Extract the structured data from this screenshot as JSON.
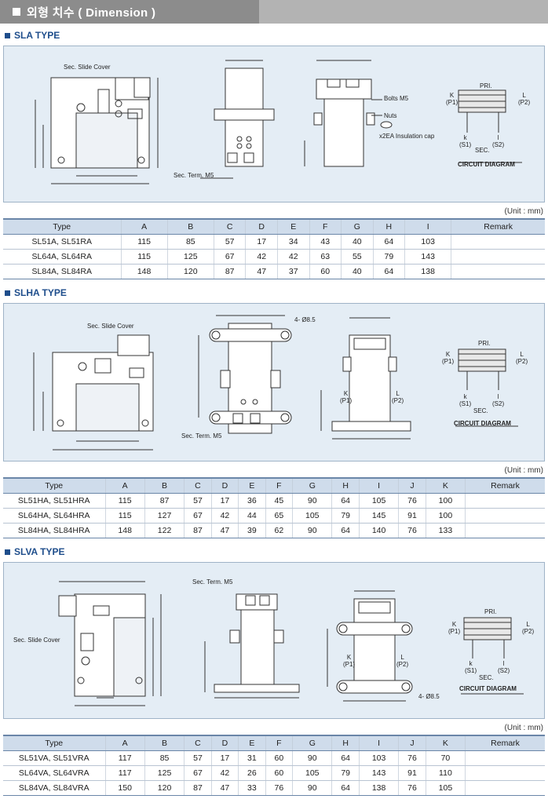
{
  "header": {
    "title": "외형 치수 ( Dimension )"
  },
  "unit_label": "(Unit : mm)",
  "sections": [
    {
      "title": "SLA TYPE",
      "labels": {
        "slide_cover": "Sec. Slide Cover",
        "sec_term": "Sec. Term. M5",
        "bolts": "Bolts M5",
        "nuts": "Nuts",
        "insulation": "x2EA Insulation cap",
        "circuit": "CIRCUIT DIAGRAM",
        "pri": "PRI.",
        "sec": "SEC."
      },
      "headers": [
        "Type",
        "A",
        "B",
        "C",
        "D",
        "E",
        "F",
        "G",
        "H",
        "I",
        "Remark"
      ],
      "rows": [
        [
          "SL51A, SL51RA",
          "115",
          "85",
          "57",
          "17",
          "34",
          "43",
          "40",
          "64",
          "103",
          ""
        ],
        [
          "SL64A, SL64RA",
          "115",
          "125",
          "67",
          "42",
          "42",
          "63",
          "55",
          "79",
          "143",
          ""
        ],
        [
          "SL84A, SL84RA",
          "148",
          "120",
          "87",
          "47",
          "37",
          "60",
          "40",
          "64",
          "138",
          ""
        ]
      ]
    },
    {
      "title": "SLHA TYPE",
      "labels": {
        "slide_cover": "Sec. Slide Cover",
        "sec_term": "Sec. Term. M5",
        "hole": "4- Ø8.5",
        "circuit": "CIRCUIT DIAGRAM",
        "pri": "PRI.",
        "sec": "SEC."
      },
      "headers": [
        "Type",
        "A",
        "B",
        "C",
        "D",
        "E",
        "F",
        "G",
        "H",
        "I",
        "J",
        "K",
        "Remark"
      ],
      "rows": [
        [
          "SL51HA, SL51HRA",
          "115",
          "87",
          "57",
          "17",
          "36",
          "45",
          "90",
          "64",
          "105",
          "76",
          "100",
          ""
        ],
        [
          "SL64HA, SL64HRA",
          "115",
          "127",
          "67",
          "42",
          "44",
          "65",
          "105",
          "79",
          "145",
          "91",
          "100",
          ""
        ],
        [
          "SL84HA, SL84HRA",
          "148",
          "122",
          "87",
          "47",
          "39",
          "62",
          "90",
          "64",
          "140",
          "76",
          "133",
          ""
        ]
      ]
    },
    {
      "title": "SLVA TYPE",
      "labels": {
        "slide_cover": "Sec. Slide Cover",
        "sec_term": "Sec. Term. M5",
        "hole": "4- Ø8.5",
        "circuit": "CIRCUIT DIAGRAM",
        "pri": "PRI.",
        "sec": "SEC."
      },
      "headers": [
        "Type",
        "A",
        "B",
        "C",
        "D",
        "E",
        "F",
        "G",
        "H",
        "I",
        "J",
        "K",
        "Remark"
      ],
      "rows": [
        [
          "SL51VA, SL51VRA",
          "117",
          "85",
          "57",
          "17",
          "31",
          "60",
          "90",
          "64",
          "103",
          "76",
          "70",
          ""
        ],
        [
          "SL64VA, SL64VRA",
          "117",
          "125",
          "67",
          "42",
          "26",
          "60",
          "105",
          "79",
          "143",
          "91",
          "110",
          ""
        ],
        [
          "SL84VA, SL84VRA",
          "150",
          "120",
          "87",
          "47",
          "33",
          "76",
          "90",
          "64",
          "138",
          "76",
          "105",
          ""
        ]
      ]
    }
  ],
  "terminal_labels": {
    "K": "K",
    "P1": "(P1)",
    "L": "L",
    "P2": "(P2)",
    "k": "k",
    "S1": "(S1)",
    "l": "l",
    "S2": "(S2)"
  },
  "colors": {
    "header_dark": "#8c8c8c",
    "accent": "#1f4e8c",
    "diagram_bg": "#e4edf5",
    "table_head": "#cfdceb"
  }
}
